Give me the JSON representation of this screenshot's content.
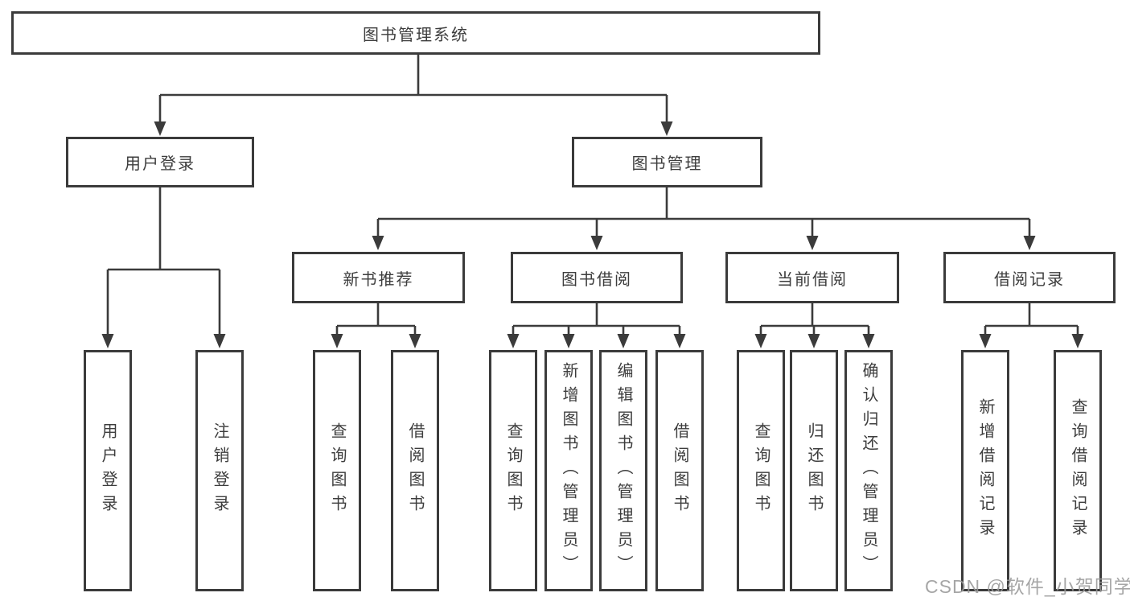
{
  "diagram": {
    "root": {
      "label": "图书管理系统",
      "children": [
        {
          "label": "用户登录",
          "children": [
            {
              "label": "用户登录"
            },
            {
              "label": "注销登录"
            }
          ]
        },
        {
          "label": "图书管理",
          "children": [
            {
              "label": "新书推荐",
              "children": [
                {
                  "label": "查询图书"
                },
                {
                  "label": "借阅图书"
                }
              ]
            },
            {
              "label": "图书借阅",
              "children": [
                {
                  "label": "查询图书"
                },
                {
                  "label": "新增图书（管理员）"
                },
                {
                  "label": "编辑图书（管理员）"
                },
                {
                  "label": "借阅图书"
                }
              ]
            },
            {
              "label": "当前借阅",
              "children": [
                {
                  "label": "查询图书"
                },
                {
                  "label": "归还图书"
                },
                {
                  "label": "确认归还（管理员）"
                }
              ]
            },
            {
              "label": "借阅记录",
              "children": [
                {
                  "label": "新增借阅记录"
                },
                {
                  "label": "查询借阅记录"
                }
              ]
            }
          ]
        }
      ]
    }
  },
  "watermark": {
    "text": "CSDN @软件_小贺同学"
  },
  "colors": {
    "line": "#3b3b3b",
    "text": "#3d3d3d",
    "background": "#ffffff",
    "watermark": "#9a9a9a"
  }
}
